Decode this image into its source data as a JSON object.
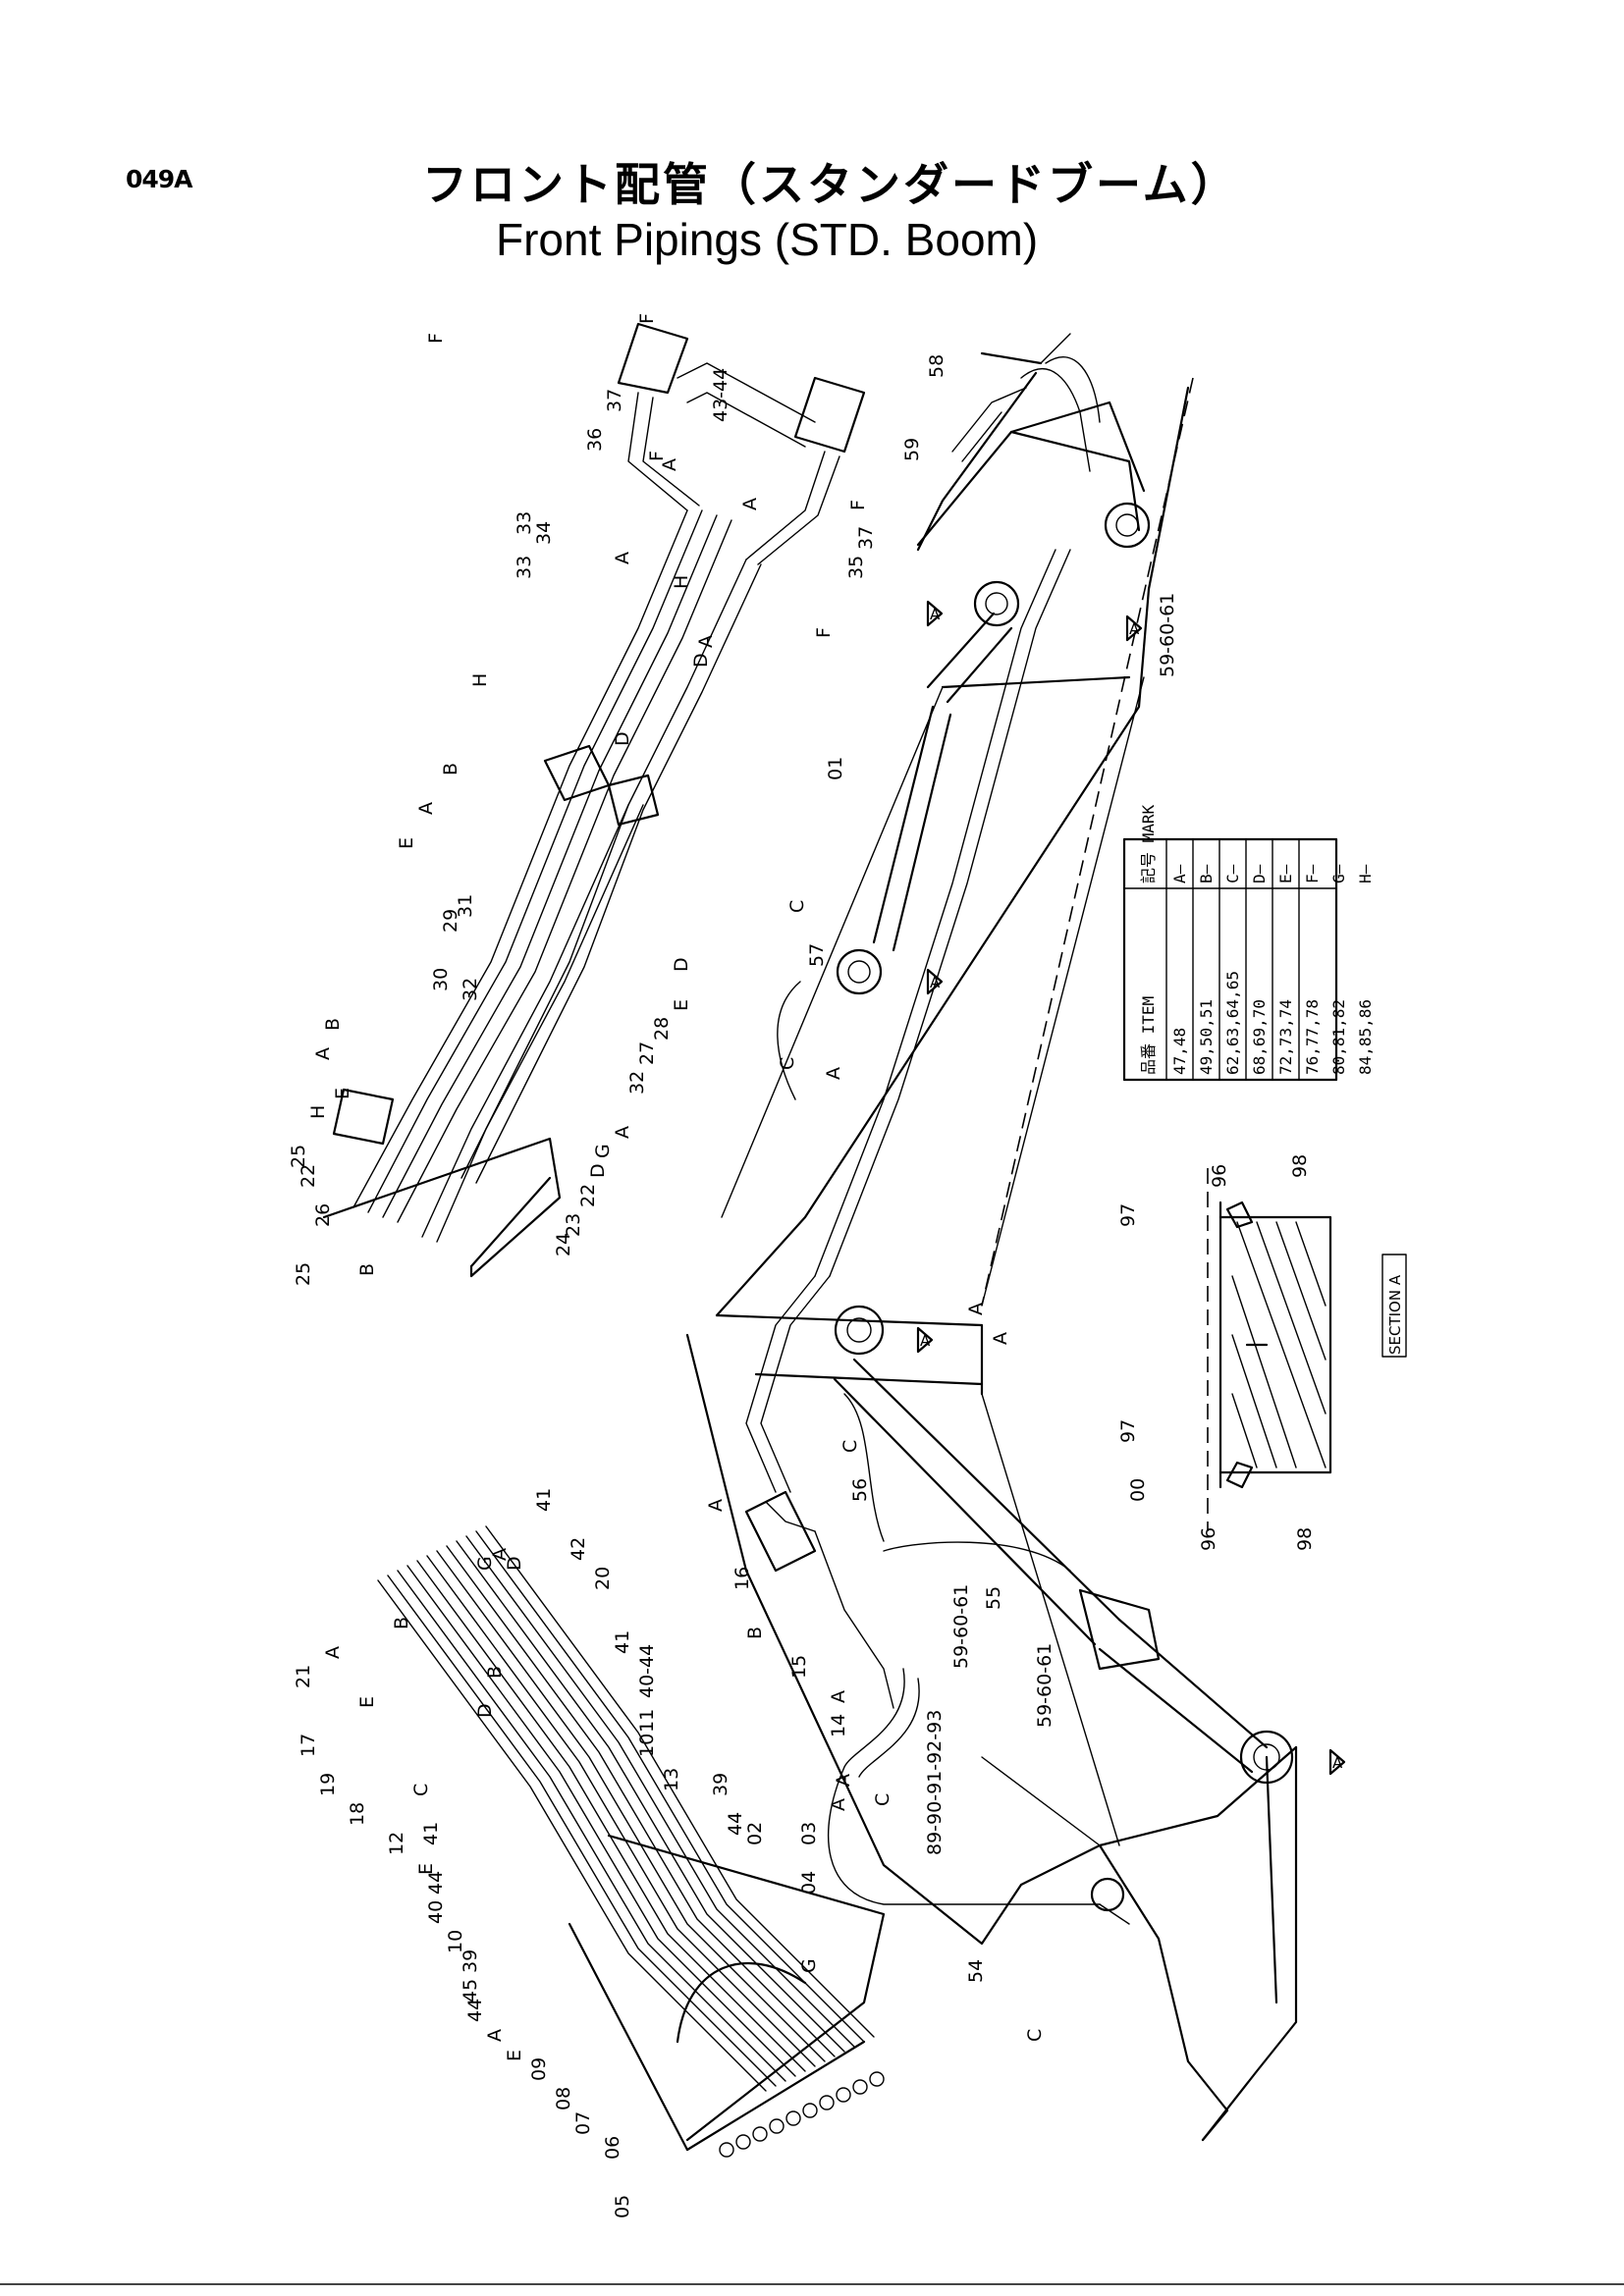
{
  "header": {
    "page_code": "049A",
    "title_jp": "フロント配管（スタンダードブーム）",
    "title_en": "Front Pipings (STD. Boom)"
  },
  "section_label": "SECTION A",
  "section_marker": "A",
  "table": {
    "header": [
      "記号\nMARK",
      "品番\nITEM"
    ],
    "rows": [
      [
        "A―",
        "47,48"
      ],
      [
        "B―",
        "49,50,51"
      ],
      [
        "C―",
        "62,63,64,65"
      ],
      [
        "D―",
        "68,69,70"
      ],
      [
        "E―",
        "72,73,74"
      ],
      [
        "F―",
        "76,77,78"
      ],
      [
        "G―",
        "80,81,82"
      ],
      [
        "H―",
        "84,85,86"
      ]
    ]
  },
  "callouts": {
    "upper": [
      "43-44",
      "37",
      "36",
      "35",
      "37",
      "F",
      "F",
      "A",
      "A",
      "F",
      "F",
      "33",
      "34",
      "33",
      "A",
      "H",
      "D",
      "A",
      "H",
      "B",
      "A",
      "D",
      "29",
      "31",
      "E",
      "30",
      "32",
      "B",
      "A",
      "E",
      "H",
      "25",
      "22",
      "26",
      "25",
      "B",
      "D",
      "E",
      "28",
      "27",
      "32",
      "A",
      "G",
      "D",
      "22",
      "23",
      "24",
      "F"
    ],
    "boom": [
      "58",
      "59",
      "59-60-61",
      "01",
      "C",
      "57",
      "C",
      "A",
      "A",
      "A",
      "00",
      "55",
      "56",
      "C",
      "59-60-61",
      "59-60-61",
      "16",
      "A",
      "B",
      "15",
      "A",
      "14",
      "A",
      "A",
      "C",
      "89-90-91-92-93",
      "54",
      "C",
      "96",
      "98",
      "97",
      "97",
      "96",
      "98"
    ],
    "lower": [
      "41",
      "42",
      "20",
      "G",
      "A",
      "D",
      "B",
      "A",
      "E",
      "21",
      "17",
      "19",
      "18",
      "41",
      "40-44",
      "11",
      "10",
      "13",
      "39",
      "44",
      "02",
      "03",
      "04",
      "G",
      "12",
      "41",
      "E",
      "44",
      "40",
      "10",
      "39",
      "45",
      "44",
      "A",
      "E",
      "09",
      "08",
      "07",
      "06",
      "05",
      "C",
      "D",
      "B"
    ]
  }
}
